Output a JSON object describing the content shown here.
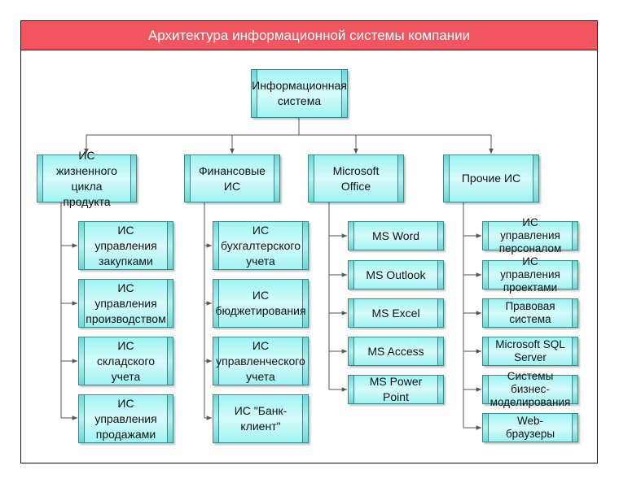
{
  "title": "Архитектура информационной системы компании",
  "root": "Информационная система",
  "columns": [
    {
      "label": "ИС жизненного цикла продукта",
      "items": [
        "ИС управления закупками",
        "ИС управления производством",
        "ИС складского учета",
        "ИС управления продажами"
      ]
    },
    {
      "label": "Финансовые ИС",
      "items": [
        "ИС бухгалтерского учета",
        "ИС бюджетирования",
        "ИС управленческого учета",
        "ИС \"Банк-клиент\""
      ]
    },
    {
      "label": "Microsoft Office",
      "items": [
        "MS Word",
        "MS Outlook",
        "MS Excel",
        "MS Access",
        "MS Power Point"
      ]
    },
    {
      "label": "Прочие ИС",
      "items": [
        "ИС управления персоналом",
        "ИС управления проектами",
        "Правовая система",
        "Microsoft SQL Server",
        "Системы бизнес-моделирования",
        "Web-браузеры"
      ]
    }
  ],
  "colors": {
    "title_bar": "#f05560",
    "box_fill": "#c8f7f7",
    "connector": "#555555"
  }
}
